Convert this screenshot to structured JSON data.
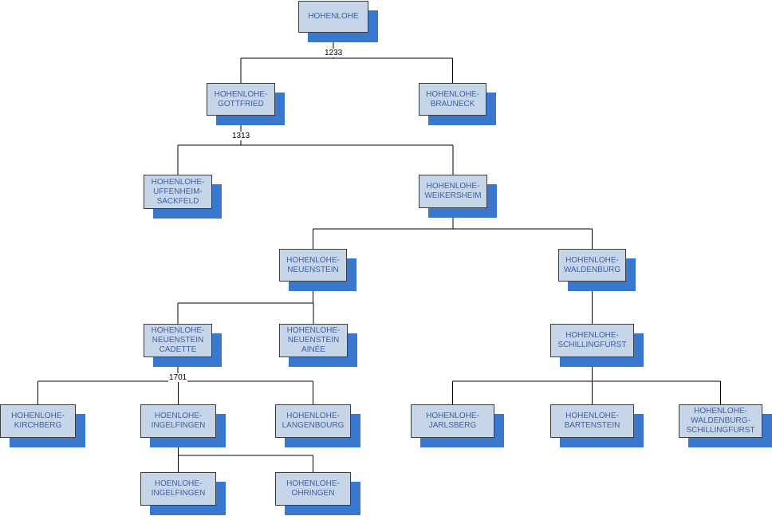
{
  "diagram": {
    "type": "family-tree",
    "nodes": {
      "hohenlohe": "HOHENLOHE",
      "gottfried": "HOHENLOHE-\nGOTTFRIED",
      "brauneck": "HOHENLOHE-\nBRAUNECK",
      "uffenheim": "HOHENLOHE-\nUFFENHEIM-\nSACKFELD",
      "weikersheim": "HOHENLOHE-\nWEIKERSHEIM",
      "neuenstein": "HOHENLOHE-\nNEUENSTEIN",
      "waldenburg": "HOHENLOHE-\nWALDENBURG",
      "neuenstein_cadette": "HOHENLOHE-\nNEUENSTEIN\nCADETTE",
      "neuenstein_ainee": "HOHENLOHE-\nNEUENSTEIN\nAINÉE",
      "schillingfurst": "HOHENLOHE-\nSCHILLINGFURST",
      "kirchberg": "HOHENLOHE-\nKIRCHBERG",
      "ingelfingen": "HOENLOHE-\nINGELFINGEN",
      "langenbourg": "HOHENLOHE-\nLANGENBOURG",
      "jarlsberg": "HOHENLOHE-\nJARLSBERG",
      "bartenstein": "HOHENLOHE-\nBARTENSTEIN",
      "waldenburg_schillingfurst": "HOHENLOHE-\nWALDENBURG-\nSCHILLINGFURST",
      "ingelfingen_2": "HOENLOHE-\nINGELFINGEN",
      "ohringen": "HOHENLOHE-\nOHRINGEN"
    },
    "years": {
      "hohenlohe": "1233",
      "gottfried": "1313",
      "neuenstein_cadette": "1701"
    },
    "edges": [
      [
        "hohenlohe",
        "gottfried"
      ],
      [
        "hohenlohe",
        "brauneck"
      ],
      [
        "gottfried",
        "uffenheim"
      ],
      [
        "gottfried",
        "weikersheim"
      ],
      [
        "weikersheim",
        "neuenstein"
      ],
      [
        "weikersheim",
        "waldenburg"
      ],
      [
        "neuenstein",
        "neuenstein_cadette"
      ],
      [
        "neuenstein",
        "neuenstein_ainee"
      ],
      [
        "waldenburg",
        "schillingfurst"
      ],
      [
        "neuenstein_cadette",
        "kirchberg"
      ],
      [
        "neuenstein_cadette",
        "ingelfingen"
      ],
      [
        "neuenstein_cadette",
        "langenbourg"
      ],
      [
        "schillingfurst",
        "jarlsberg"
      ],
      [
        "schillingfurst",
        "bartenstein"
      ],
      [
        "schillingfurst",
        "waldenburg_schillingfurst"
      ],
      [
        "ingelfingen",
        "ingelfingen_2"
      ],
      [
        "ingelfingen",
        "ohringen"
      ]
    ]
  },
  "colors": {
    "box_fill": "#c6d6e8",
    "box_border": "#3c3c3c",
    "shadow": "#3a78d0",
    "text": "#3e5fa6",
    "line": "#000000"
  }
}
